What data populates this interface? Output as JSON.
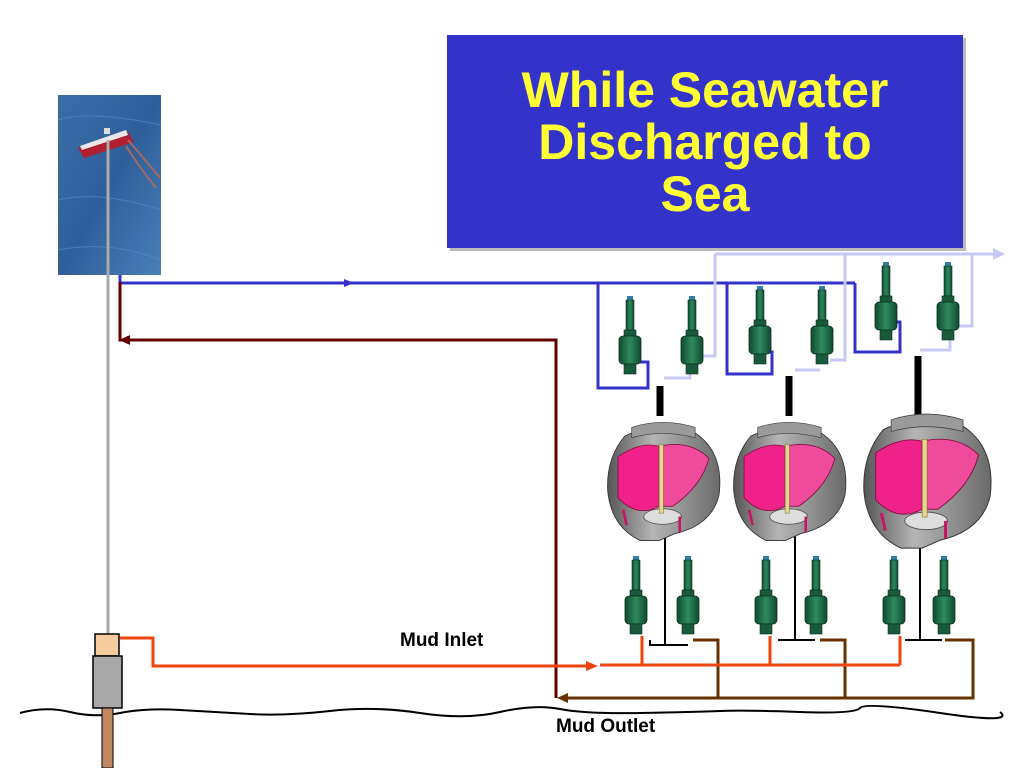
{
  "title": "While Seawater Discharged to Sea",
  "labels": {
    "mud_inlet": "Mud Inlet",
    "mud_outlet": "Mud Outlet"
  },
  "colors": {
    "title_background": "#3333cc",
    "title_text": "#ffff33",
    "seawater_discharge_line": "#3333cc",
    "light_seawater_line": "#c8c8f5",
    "mud_inlet_line": "#ee4411",
    "mud_outlet_line": "#660000",
    "bottom_mud_line": "#663300",
    "chamber_fill": "#ee2288",
    "valve": "#1f6b4a"
  },
  "icons": {
    "vessel": "ship-photo",
    "valve": "valve-actuator-icon",
    "chamber": "pump-chamber-cutaway"
  }
}
